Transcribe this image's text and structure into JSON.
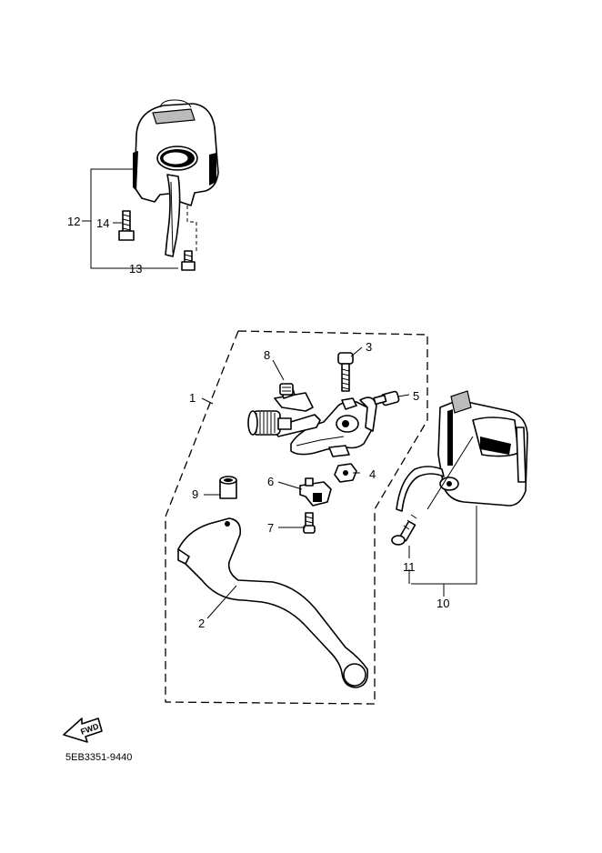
{
  "callouts": [
    {
      "id": "1",
      "label": "1"
    },
    {
      "id": "2",
      "label": "2"
    },
    {
      "id": "3",
      "label": "3"
    },
    {
      "id": "4",
      "label": "4"
    },
    {
      "id": "5",
      "label": "5"
    },
    {
      "id": "6",
      "label": "6"
    },
    {
      "id": "7",
      "label": "7"
    },
    {
      "id": "8",
      "label": "8"
    },
    {
      "id": "9",
      "label": "9"
    },
    {
      "id": "10",
      "label": "10"
    },
    {
      "id": "11",
      "label": "11"
    },
    {
      "id": "12",
      "label": "12"
    },
    {
      "id": "13",
      "label": "13"
    },
    {
      "id": "14",
      "label": "14"
    }
  ],
  "fwd_arrow": {
    "label": "FWD",
    "icon": "forward-arrow-icon"
  },
  "diagram_code": "5EB3351-9440"
}
